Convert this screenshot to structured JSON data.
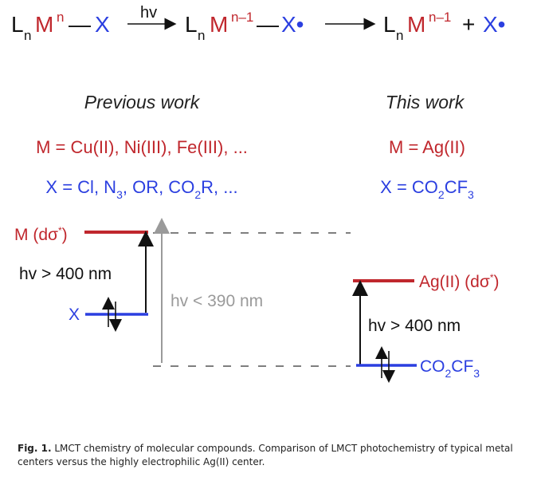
{
  "scheme": {
    "L": "L",
    "n": "n",
    "M": "M",
    "sup_n": "n",
    "sup_n1": "n–1",
    "dash": "—",
    "X": "X",
    "Xrad": "X•",
    "hv": "hv",
    "plus": "+"
  },
  "previous": {
    "heading": "Previous work",
    "metals": "M = Cu(II), Ni(III), Fe(III), ...",
    "ligands": {
      "pre": "X = Cl, N",
      "sub1": "3",
      "mid1": ", OR, CO",
      "sub2": "2",
      "post": "R, ..."
    }
  },
  "this": {
    "heading": "This work",
    "metals": "M = Ag(II)",
    "ligands": {
      "pre": "X = CO",
      "sub1": "2",
      "mid": "CF",
      "sub2": "3"
    }
  },
  "left_diagram": {
    "level_m_label": "M (dσ",
    "sigma_star": "*",
    "paren": ")",
    "level_x_label": "X",
    "arrow_label": "hv > 400 nm",
    "gray_label": "hv < 390 nm"
  },
  "right_diagram": {
    "level_ag_label": "Ag(II) (dσ",
    "sigma_star": "*",
    "paren": ")",
    "arrow_label": "hv > 400 nm",
    "level_x": {
      "pre": "CO",
      "sub1": "2",
      "mid": "CF",
      "sub2": "3"
    }
  },
  "caption": {
    "label": "Fig. 1.",
    "text": " LMCT chemistry of molecular compounds. Comparison of LMCT photochemistry of typical metal centers versus the highly electrophilic Ag(II) center."
  },
  "colors": {
    "metal": "#c0272d",
    "ligand": "#2b3fe0",
    "gray": "#9a9a9a",
    "black": "#111111"
  }
}
